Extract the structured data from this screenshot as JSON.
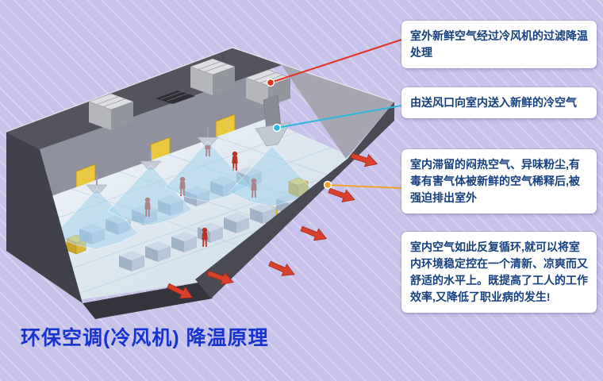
{
  "page": {
    "title": "环保空调(冷风机)  降温原理",
    "title_color": "#1634cf",
    "background_color": "#c7c2e9"
  },
  "callouts": [
    {
      "text": "室外新鲜空气经过冷风机的过滤降温处理",
      "leader_color": "#e23322"
    },
    {
      "text": "由送风口向室内送入新鲜的冷空气",
      "leader_color": "#2bb9e0"
    },
    {
      "text": "室内滞留的闷热空气、异味粉尘,有毒有害气体被新鲜的空气稀释后,被强迫排出室外",
      "leader_color": "#f2a12e"
    },
    {
      "text": "室内空气如此反复循环,就可以将室内环境稳定控在一个清新、凉爽而又舒适的水平上。既提高了工人的工作效率,又降低了职业病的发生!",
      "leader_color": null
    }
  ],
  "illustration": {
    "description": "isometric cutaway of a factory workshop showing evaporative-cooler airflow",
    "rooftop_unit_count": 3,
    "exhaust_arrow_color": "#d8402c",
    "worker_color": "#b63425",
    "door_color": "#e9c83f",
    "air_stream_color": "#a0d2ee"
  }
}
